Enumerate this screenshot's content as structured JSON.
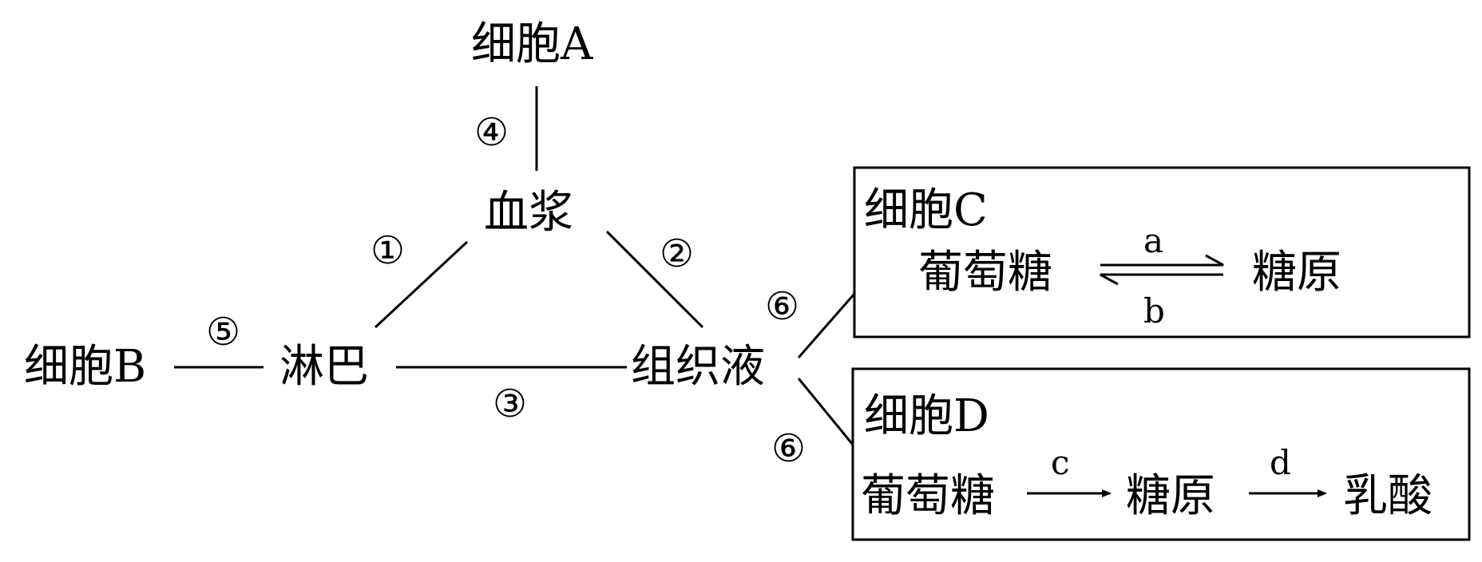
{
  "nodes": {
    "cell_a": "细胞A",
    "plasma": "血浆",
    "lymph": "淋巴",
    "tissue_fluid": "组织液",
    "cell_b": "细胞B"
  },
  "markers": {
    "m1": "①",
    "m2": "②",
    "m3": "③",
    "m4": "④",
    "m5": "⑤",
    "m6_top": "⑥",
    "m6_bottom": "⑥"
  },
  "box_c": {
    "title": "细胞C",
    "left": "葡萄糖",
    "right": "糖原",
    "forward_label": "a",
    "reverse_label": "b"
  },
  "box_d": {
    "title": "细胞D",
    "s1": "葡萄糖",
    "s2": "糖原",
    "s3": "乳酸",
    "arrow1_label": "c",
    "arrow2_label": "d"
  }
}
